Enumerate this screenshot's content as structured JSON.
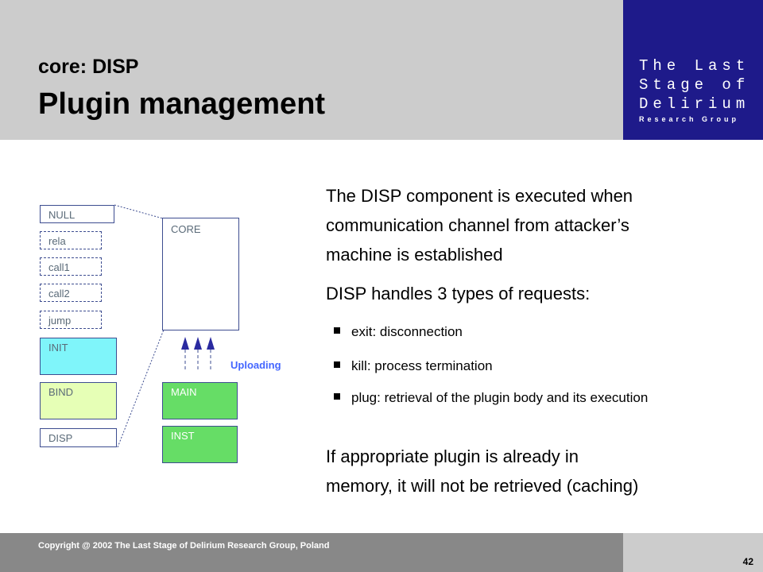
{
  "header": {
    "subtitle": "core: DISP",
    "title": "Plugin management"
  },
  "logo": {
    "line1": "The Last",
    "line2": "Stage of",
    "line3": "Delirium",
    "line4": "Research Group"
  },
  "diagram": {
    "null": "NULL",
    "rela": "rela",
    "call1": "call1",
    "call2": "call2",
    "jump": "jump",
    "init": "INIT",
    "bind": "BIND",
    "disp": "DISP",
    "core": "CORE",
    "main": "MAIN",
    "inst": "INST",
    "uploading": "Uploading"
  },
  "content": {
    "para1_line1": "The DISP component is executed when",
    "para1_line2": "communication channel from attacker’s",
    "para1_line3": "machine is established",
    "para2": "DISP handles 3 types of requests:",
    "bullets": [
      "exit: disconnection",
      "kill: process termination",
      "plug: retrieval of the plugin body and its execution"
    ],
    "para3_line1": "If appropriate plugin is already in",
    "para3_line2": "memory, it will not be retrieved (caching)"
  },
  "footer": {
    "copyright": "Copyright @ 2002 The Last Stage of Delirium Research Group, Poland",
    "page": "42"
  },
  "colors": {
    "logo_bg": "#1e1a8a",
    "init": "#7ff5fa",
    "bind": "#e6ffb6",
    "green": "#66dd66",
    "uploading": "#4466ff"
  }
}
